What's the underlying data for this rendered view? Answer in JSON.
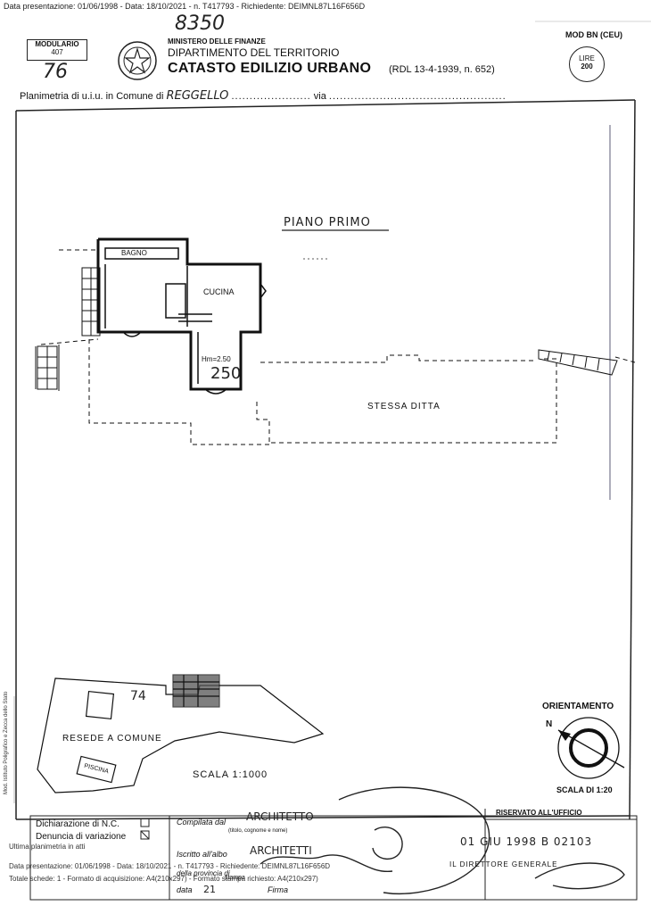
{
  "top_line": "Data presentazione: 01/06/1998 - Data: 18/10/2021 - n. T417793 - Richiedente: DEIMNL87L16F656D",
  "file_number": "8350",
  "modulario": {
    "label": "MODULARIO",
    "code": "407"
  },
  "sheet_number": "76",
  "ministry": "MINISTERO DELLE FINANZE",
  "department": "DIPARTIMENTO DEL TERRITORIO",
  "office_title": "CATASTO EDILIZIO URBANO",
  "law_ref": "(RDL 13-4-1939, n. 652)",
  "model_code": "MOD BN (CEU)",
  "fee_stamp": {
    "label": "LIRE",
    "value": "200"
  },
  "comune_line_label": "Planimetria di u.i.u. in Comune di",
  "comune_value": "REGGELLO",
  "via_label": "via",
  "floor_title": "PIANO PRIMO",
  "rooms": {
    "bagno": "BAGNO",
    "cucina": "CUCINA",
    "height_note": "Hm=2.50",
    "height_big": "250",
    "stessa_ditta": "STESSA DITTA"
  },
  "site_plan": {
    "parcel": "74",
    "resede": "RESEDE A COMUNE",
    "piscina": "PISCINA",
    "scale": "SCALA 1:1000"
  },
  "orientation": {
    "label": "ORIENTAMENTO",
    "north": "N",
    "scale_label": "SCALA DI 1:20"
  },
  "footer": {
    "dichiarazione": "Dichiarazione di N.C.",
    "denuncia": "Denuncia di variazione",
    "compilata_label": "Compilata dal",
    "compilata_value": "ARCHITETTO",
    "compilata_hint": "(titolo, cognome e nome)",
    "iscritto_label": "Iscritto all'albo",
    "iscritto_value": "ARCHITETTI",
    "provincia_label": "della provincia di",
    "data_label": "data",
    "data_value": "21",
    "firma_label": "Firma",
    "riservato": "RISERVATO ALL'UFFICIO",
    "office_code": "01 GIU 1998 B 02103",
    "office_stamp": "IL DIRETTORE GENERALE",
    "ultima": "Ultima planimetria in atti",
    "bottom_line1": "Data presentazione: 01/06/1998 - Data: 18/10/2021 - n. T417793 - Richiedente: DEIMNL87L16F656D",
    "bottom_line2": "Totale schede: 1 - Formato di acquisizione: A4(210x297) - Formato stampa richiesto: A4(210x297)",
    "stampa": "stampa"
  },
  "side_note": "Mod. Istituto Poligrafico e Zecca dello Stato"
}
